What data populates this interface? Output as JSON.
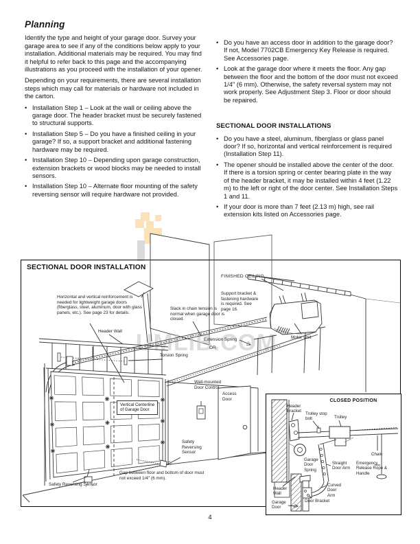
{
  "page": {
    "number": "4"
  },
  "watermark": {
    "text": "UMLIB.COM",
    "orange": "#fbe3b7",
    "gray": "#dadada"
  },
  "left_column": {
    "heading": "Planning",
    "para1": "Identify the type and height of your garage door. Survey your garage area to see if any of the conditions below apply to your installation. Additional materials may be required. You may find it helpful to refer back to this page and the accompanying illustrations as you proceed with the installation of your opener.",
    "para2": "Depending on your requirements, there are several installation steps which may call for materials or hardware not included in the carton.",
    "bullets": [
      "Installation Step 1 – Look at the wall or ceiling above the garage door. The header bracket must be securely fastened to structural supports.",
      "Installation Step 5 – Do you have a finished ceiling in your garage? If so, a support bracket and additional fastening hardware may be required.",
      "Installation Step 10 – Depending upon garage construction, extension brackets or wood blocks may be needed to install sensors.",
      "Installation Step 10 – Alternate floor mounting of the safety reversing sensor will require hardware not provided."
    ]
  },
  "right_column": {
    "bullets_top": [
      "Do you have an access door in addition to the garage door? If not, Model 7702CB Emergency Key Release is required. See Accessories page.",
      "Look at the garage door where it meets the floor. Any gap between the floor and the bottom of the door must not exceed 1/4\" (6 mm). Otherwise, the safety reversal system may not work properly. See Adjustment Step 3. Floor or door should be repaired."
    ],
    "heading": "SECTIONAL DOOR INSTALLATIONS",
    "bullets": [
      "Do you have a steel, aluminum, fiberglass or glass panel door? If so, horizontal and vertical reinforcement is required (Installation Step 11).",
      "The opener should be installed above the center of the door. If there is a torsion spring or center bearing plate in the way of the header bracket, it may be installed within 4 feet (1.22 m) to the left or right of the door center. See Installation Steps 1 and 11.",
      "If your door is more than 7 feet (2.13 m) high, see rail extension kits listed on Accessories page."
    ]
  },
  "diagram": {
    "title": "SECTIONAL DOOR INSTALLATION",
    "labels": {
      "reinforcement_note": "Horizontal and vertical reinforcement is needed for lightweight garage doors (fiberglass, steel, aluminum, door with glass panels, etc.). See page 23 for details.",
      "header_wall": "Header Wall",
      "slack_note": "Slack in chain tension is normal when garage door is closed.",
      "finished_ceiling": "FINISHED CEILING",
      "support_note": "Support bracket & fastening hardware is required. See page 16.",
      "extension_spring": "Extension Spring",
      "or_divider": "OR",
      "torsion_spring": "Torsion Spring",
      "motor_unit": "Motor Unit",
      "wall_control": "Wall-mounted Door Control",
      "access_door": "Access Door",
      "centerline": "Vertical Centerline of Garage Door",
      "sensor_right": "Safety Reversing Sensor",
      "gap_note": "Gap between floor and bottom of door must not exceed 1/4\" (6 mm).",
      "sensor_bottom": "Safety Reversing Sensor"
    },
    "inset": {
      "title": "CLOSED POSITION",
      "labels": {
        "header_bracket": "Header Bracket",
        "trolley_stop_bolt": "Trolley stop bolt",
        "trolley": "Trolley",
        "chain": "Chain",
        "garage_door_spring": "Garage Door Spring",
        "straight_door_arm": "Straight Door Arm",
        "emergency_release": "Emergency Release Rope & Handle",
        "curved_door_arm": "Curved Door Arm",
        "header_wall": "Header Wall",
        "garage_door": "Garage Door",
        "door_bracket": "Door Bracket"
      }
    }
  }
}
